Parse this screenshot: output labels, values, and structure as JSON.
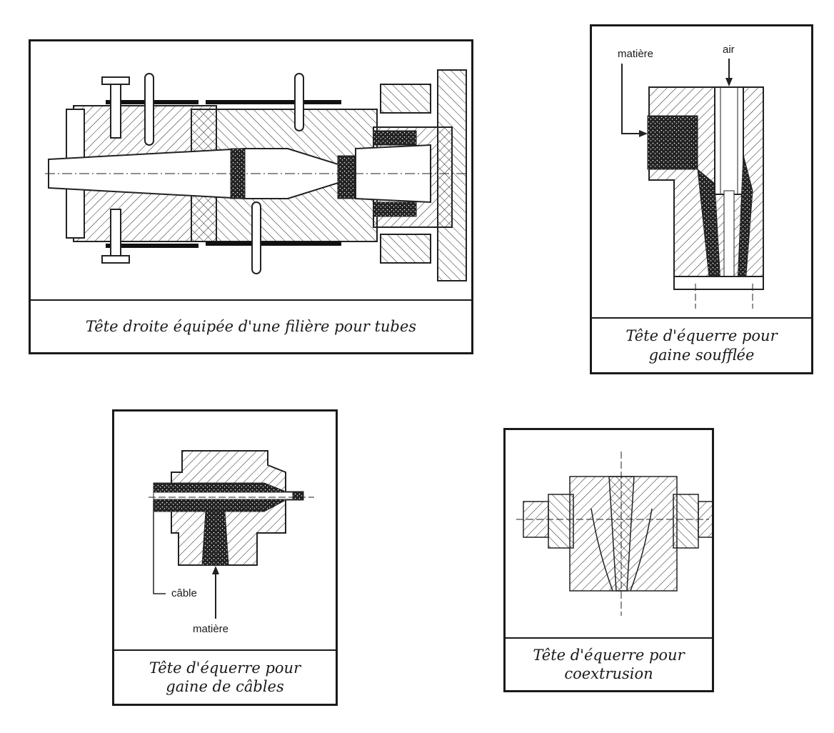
{
  "panels": {
    "straight_head": {
      "caption": "Tête droite équipée d'une filière pour tubes"
    },
    "blown_film_head": {
      "caption_line1": "Tête d'équerre pour",
      "caption_line2": "gaine soufflée",
      "label_material": "matière",
      "label_air": "air"
    },
    "cable_head": {
      "caption_line1": "Tête d'équerre pour",
      "caption_line2": "gaine de câbles",
      "label_cable": "câble",
      "label_material": "matière"
    },
    "coextrusion_head": {
      "caption_line1": "Tête d'équerre pour",
      "caption_line2": "coextrusion"
    }
  }
}
